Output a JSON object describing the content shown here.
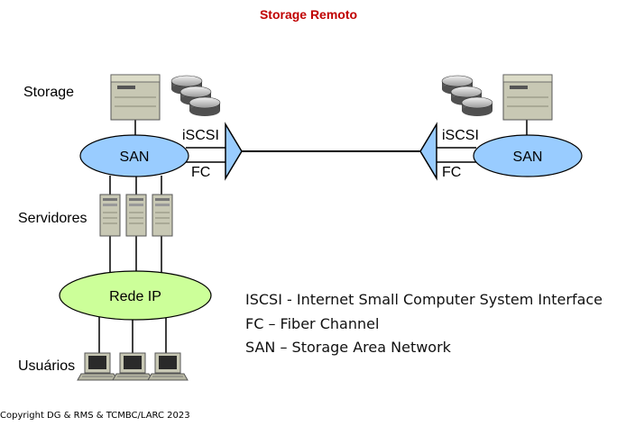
{
  "title": "Storage Remoto",
  "labels": {
    "storage": "Storage",
    "servidores": "Servidores",
    "usuarios": "Usuários",
    "iscsi_left": "iSCSI",
    "fc_left": "FC",
    "iscsi_right": "iSCSI",
    "fc_right": "FC"
  },
  "nodes": {
    "san_left": "SAN",
    "san_right": "SAN",
    "rede_ip": "Rede IP"
  },
  "legend": [
    "ISCSI - Internet Small Computer System Interface",
    "FC – Fiber Channel",
    "SAN – Storage Area Network"
  ],
  "copyright": "Copyright DG & RMS & TCMBC/LARC 2023",
  "colors": {
    "title": "#c00000",
    "san_fill": "#99ccff",
    "rede_fill": "#ccff99",
    "link_fill": "#99ccff"
  }
}
